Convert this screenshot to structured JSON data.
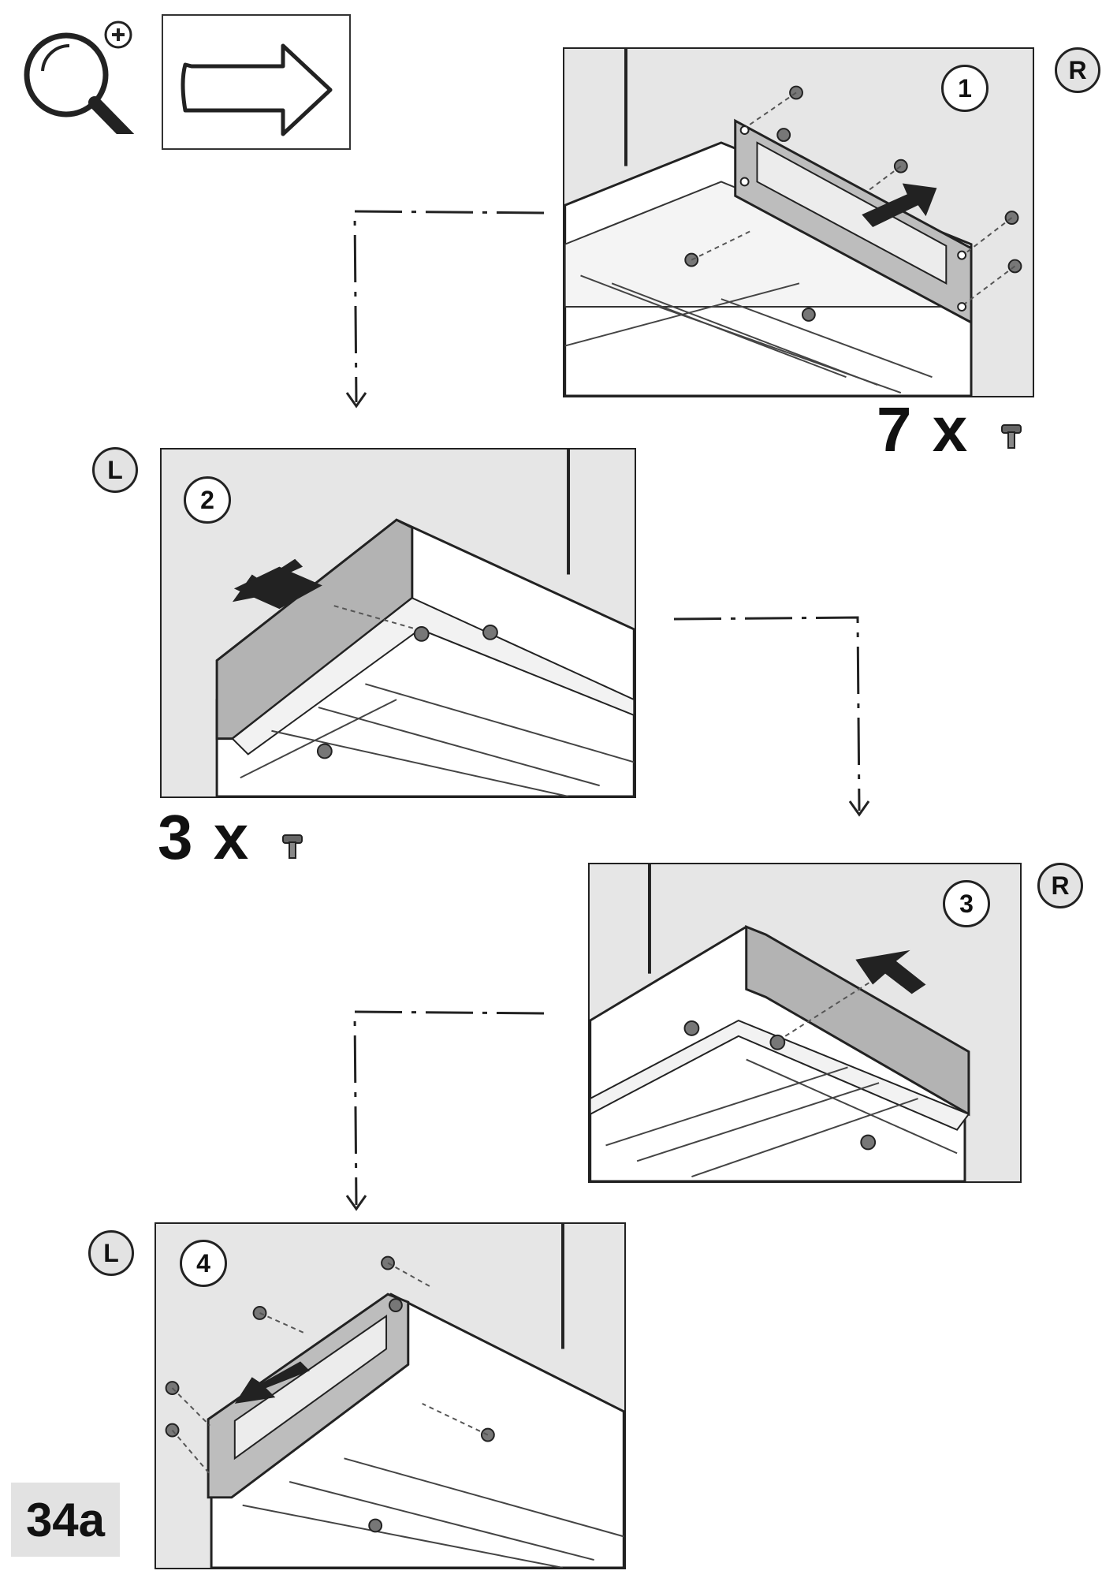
{
  "top": {
    "zoom_icon": "magnifier-plus-icon",
    "hint_icon": "arrow-right-outline-icon"
  },
  "steps": [
    {
      "number": "1",
      "side": "R",
      "arrow": "right"
    },
    {
      "number": "2",
      "side": "L",
      "arrow": "left"
    },
    {
      "number": "3",
      "side": "R",
      "arrow": "left"
    },
    {
      "number": "4",
      "side": "L",
      "arrow": "left"
    }
  ],
  "screw_counts": {
    "step1": "7 x",
    "step2": "3 x"
  },
  "page_label": "34a",
  "colors": {
    "panel_bg": "#e6e6e6",
    "side_badge_bg": "#e3e3e3",
    "label_bg": "#e2e2e2"
  }
}
